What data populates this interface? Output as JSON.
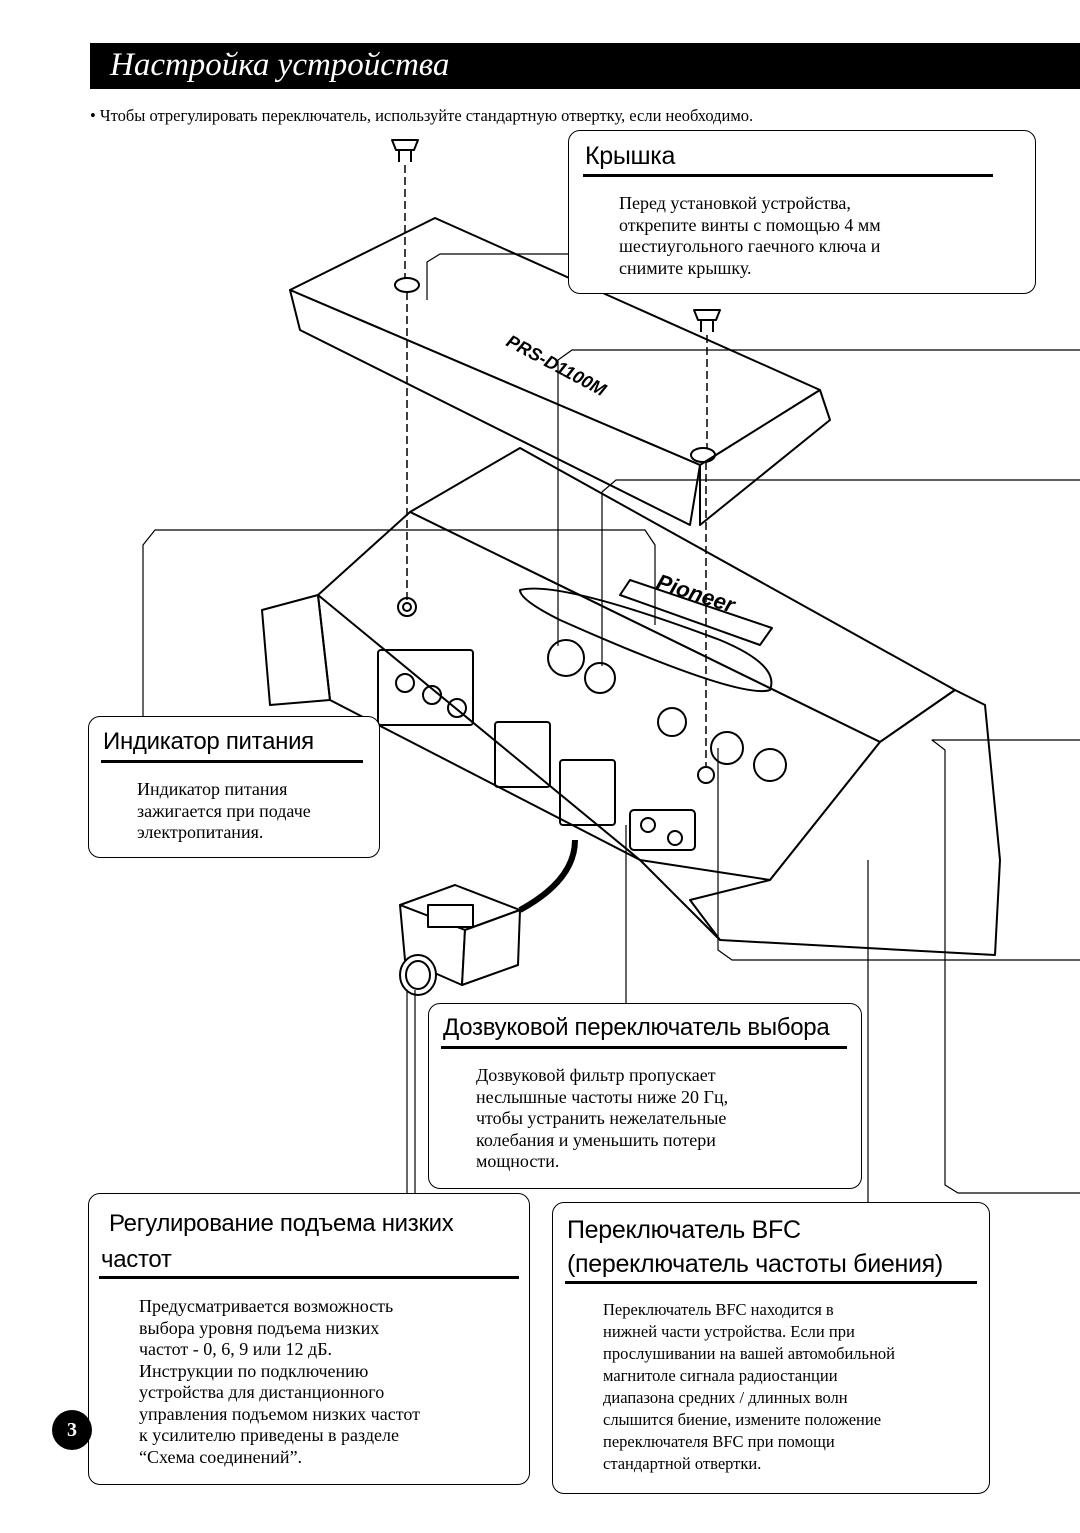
{
  "header": {
    "title": "Настройка устройства"
  },
  "note": "•  Чтобы отрегулировать переключатель, используйте стандартную отвертку, если необходимо.",
  "callouts": {
    "cover": {
      "heading": "Крышка",
      "body": "Перед установкой устройства,\nоткрепите винты с помощью 4 мм\nшестиугольного гаечного ключа и\nснимите крышку."
    },
    "power_indicator": {
      "heading": "Индикатор питания",
      "body": "Индикатор питания\nзажигается при подаче\nэлектропитания."
    },
    "subsonic": {
      "heading": "Дозвуковой переключатель выбора",
      "body": "Дозвуковой фильтр пропускает\nнеслышные частоты ниже 20 Гц,\nчтобы устранить нежелательные\nколебания и уменьшить потери\nмощности."
    },
    "bass_boost": {
      "heading": "Регулирование подъема низких частот",
      "body": "Предусматривается возможность\nвыбора уровня подъема низких\nчастот - 0, 6, 9 или 12 дБ.\nИнструкции по подключению\nустройства для дистанционного\nуправления подъемом низких частот\nк усилителю приведены в разделе\n“Схема соединений”."
    },
    "bfc": {
      "heading": "Переключатель BFC (переключатель частоты биения)",
      "body": "Переключатель BFC находится в\nнижней части устройства. Если при\nпрослушивании на вашей автомобильной\nмагнитоле сигнала радиостанции\nдиапазона средних / длинных волн\nслышится биение, измените положение\nпереключателя  BFC при помощи\nстандартной отвертки."
    }
  },
  "illustration": {
    "brand": "Pioneer",
    "model": "PRS-D1100M"
  },
  "page_number": "3"
}
